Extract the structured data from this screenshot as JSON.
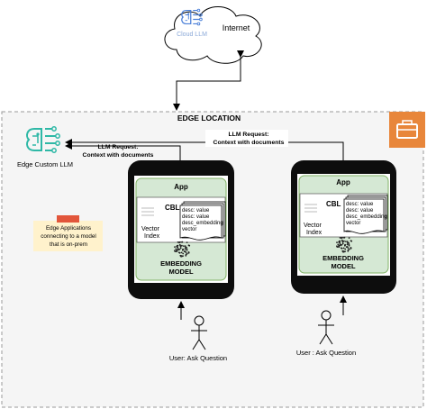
{
  "cloud": {
    "label": "Internet",
    "logo_text": "Cloud LLM"
  },
  "edge": {
    "title": "EDGE LOCATION",
    "llm_label": "Edge Custom LLM"
  },
  "requests": {
    "left_line1": "LLM Request:",
    "left_line2": "Context with documents",
    "right_line1": "LLM Request:",
    "right_line2": "Context with documents"
  },
  "note": {
    "line1": "Edge Applications",
    "line2": "connecting to a model",
    "line3": "that is on-prem"
  },
  "devices": [
    {
      "app_label": "App",
      "cbl_label": "CBL",
      "vector_label_line1": "Vector",
      "vector_label_line2": "Index",
      "doc_lines": [
        "desc: value",
        "desc: value",
        "desc_embedding",
        "vector"
      ],
      "embedding_line1": "EMBEDDING",
      "embedding_line2": "MODEL",
      "user_label": "User: Ask Question"
    },
    {
      "app_label": "App",
      "cbl_label": "CBL",
      "vector_label_line1": "Vector",
      "vector_label_line2": "Index",
      "doc_lines": [
        "desc: value",
        "desc: value",
        "desc_embedding",
        "vector"
      ],
      "embedding_line1": "EMBEDDING",
      "embedding_line2": "MODEL",
      "user_label": "User : Ask Question"
    }
  ],
  "colors": {
    "edge_background": "#f5f5f5",
    "edge_border": "#999999",
    "phone_body": "#0d0d0d",
    "screen": "#ffffff",
    "app_green": "#d5e8d4",
    "app_border": "#82b366",
    "note_fill": "#fff2cc",
    "note_tape": "#e2563b",
    "llm_teal": "#2eb8a6",
    "cloud_blue": "#4a7fd8",
    "corner_orange": "#e8863a"
  },
  "icons": {
    "cloud_logo": "brain-chip-icon",
    "edge_llm": "brain-chip-icon",
    "corner": "toolbox-icon",
    "embedding": "dot-cluster-icon",
    "user": "stick-figure-icon"
  }
}
